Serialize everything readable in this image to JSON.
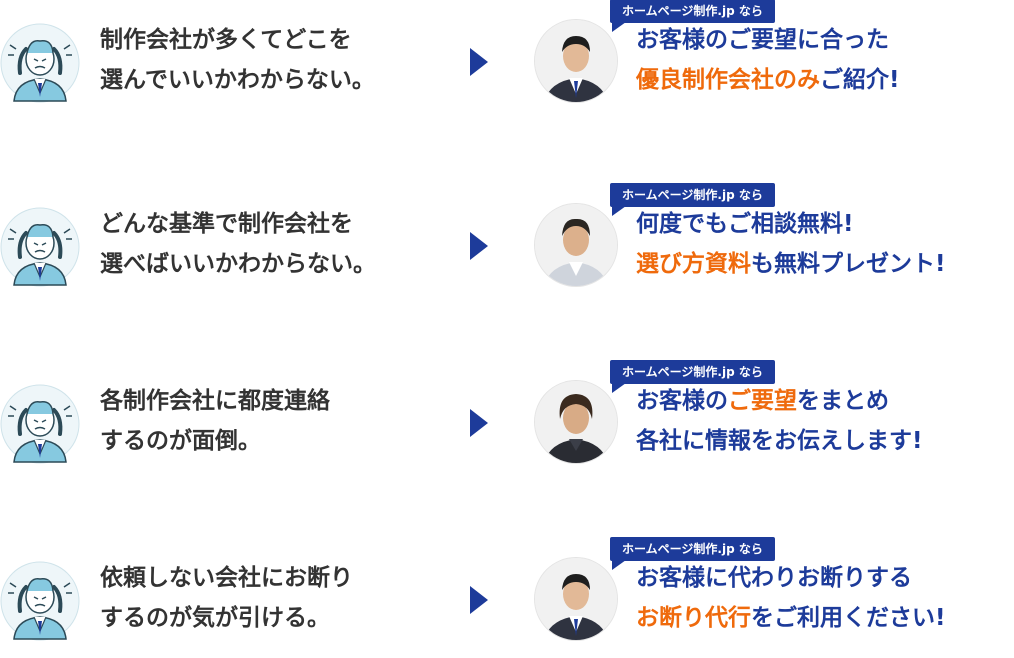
{
  "brand_badge": "ホームページ制作.jp なら",
  "colors": {
    "navy": "#1d3b9a",
    "orange": "#ef6a0c",
    "text": "#333333"
  },
  "rows": [
    {
      "worry": [
        "制作会社が多くてどこを",
        "選んでいいかわからない。"
      ],
      "solution": [
        [
          {
            "t": "お客様のご要望に合った",
            "hl": false
          }
        ],
        [
          {
            "t": "優良制作会社のみ",
            "hl": true
          },
          {
            "t": "ご紹介!",
            "hl": false
          }
        ]
      ]
    },
    {
      "worry": [
        "どんな基準で制作会社を",
        "選べばいいかわからない。"
      ],
      "solution": [
        [
          {
            "t": "何度でもご相談無料!",
            "hl": false
          }
        ],
        [
          {
            "t": "選び方資料",
            "hl": true
          },
          {
            "t": "も無料プレゼント!",
            "hl": false
          }
        ]
      ]
    },
    {
      "worry": [
        "各制作会社に都度連絡",
        "するのが面倒。"
      ],
      "solution": [
        [
          {
            "t": "お客様の",
            "hl": false
          },
          {
            "t": "ご要望",
            "hl": true
          },
          {
            "t": "をまとめ",
            "hl": false
          }
        ],
        [
          {
            "t": "各社に情報をお伝えします!",
            "hl": false
          }
        ]
      ]
    },
    {
      "worry": [
        "依頼しない会社にお断り",
        "するのが気が引ける。"
      ],
      "solution": [
        [
          {
            "t": "お客様に代わりお断りする",
            "hl": false
          }
        ],
        [
          {
            "t": "お断り代行",
            "hl": true
          },
          {
            "t": "をご利用ください!",
            "hl": false
          }
        ]
      ]
    }
  ]
}
